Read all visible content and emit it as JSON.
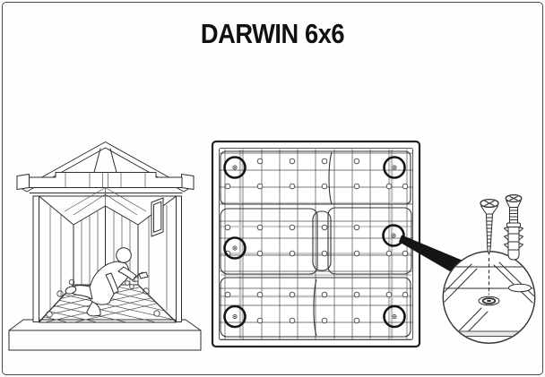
{
  "page": {
    "title": "DARWIN 6x6"
  },
  "colors": {
    "ink": "#2e2e2e",
    "paper": "#fefefe",
    "border": "#4a4a4a",
    "slab_top": "#efefef",
    "slab_front": "#d9d9d9",
    "grid_gray": "#c4c4c4",
    "arrow_black": "#151515"
  },
  "figures": {
    "shed": {
      "label": "shed interior floor installation scene",
      "elements": [
        "open-front shed",
        "kneeling person",
        "floor grid",
        "screw positions",
        "side window",
        "gray base slab"
      ]
    },
    "floor_plan": {
      "label": "floor panel top view",
      "anchor_circle_count": 6,
      "anchor_layout": [
        "top-left",
        "top-right",
        "middle-left",
        "middle-right",
        "bottom-left",
        "bottom-right"
      ]
    },
    "callout": {
      "label": "screw and anchor detail",
      "fasteners": [
        "countersunk-screw",
        "screw-with-expansion-plug"
      ],
      "features": [
        "pilot-hole",
        "dashed-guide-line"
      ]
    }
  }
}
